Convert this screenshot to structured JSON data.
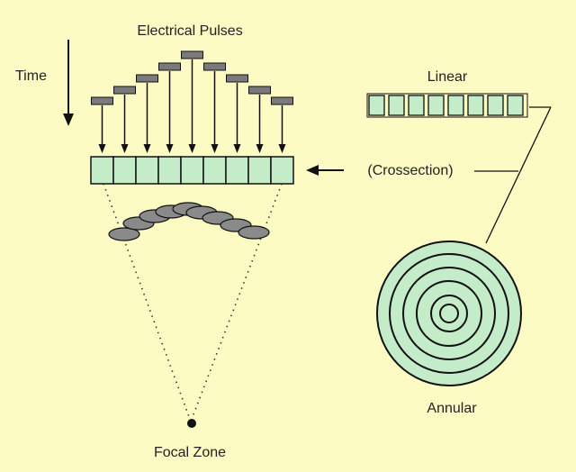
{
  "labels": {
    "electrical_pulses": "Electrical Pulses",
    "time": "Time",
    "linear": "Linear",
    "crossection": "(Crossection)",
    "annular": "Annular",
    "focal_zone": "Focal Zone"
  },
  "colors": {
    "background": "#fdfbc4",
    "element_fill": "#c4ecc9",
    "pulse_fill": "#7a7a7a",
    "wave_fill": "#8a8a8a",
    "stroke": "#111111"
  },
  "array": {
    "element_count": 9,
    "pulse_count": 9,
    "linear_element_count": 8,
    "annular_ring_count": 5
  }
}
